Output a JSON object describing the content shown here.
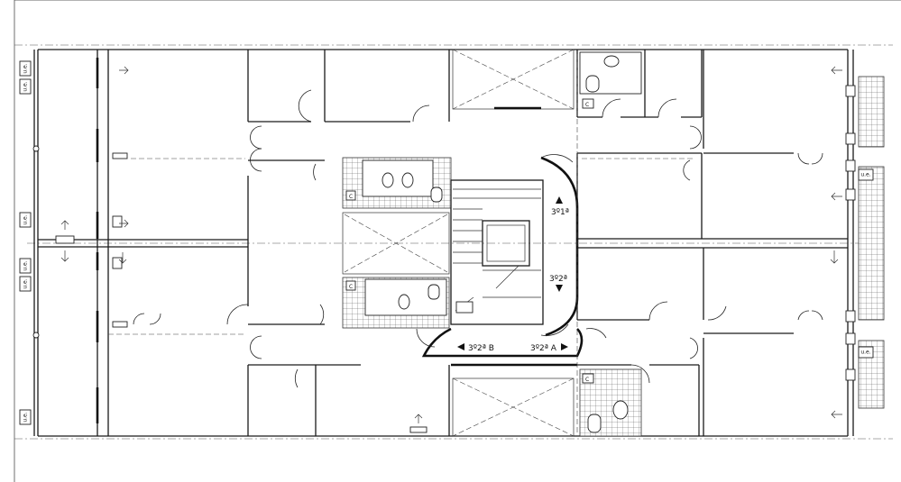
{
  "labels": {
    "floor_up": "3º1ª",
    "floor_down": "3º2ª",
    "unit_b": "3º2ª B",
    "unit_a": "3º2ª A",
    "ue": "u.e.",
    "c": "C"
  },
  "colors": {
    "line": "#1a1a1a",
    "background": "#ffffff"
  }
}
